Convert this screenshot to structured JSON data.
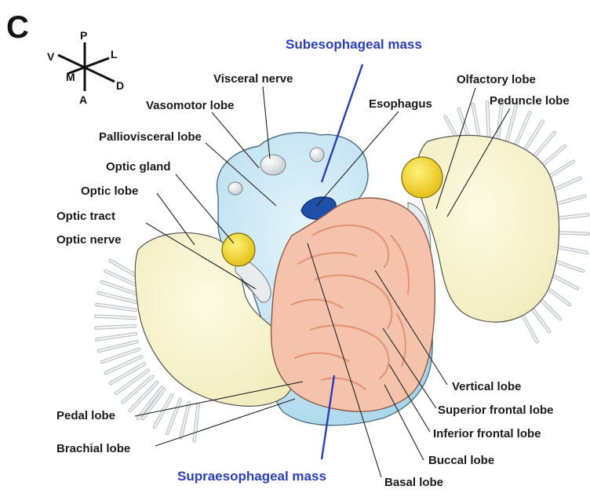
{
  "panel_letter": "C",
  "compass": {
    "posterior": "P",
    "ventral": "V",
    "lateral": "L",
    "medial": "M",
    "dorsal": "D",
    "anterior": "A"
  },
  "regions": {
    "subesophageal": "Subesophageal mass",
    "supraesophageal": "Supraesophageal mass"
  },
  "labels": {
    "visceral_nerve": "Visceral nerve",
    "vasomotor_lobe": "Vasomotor lobe",
    "palliovisceral_lobe": "Palliovisceral lobe",
    "optic_gland": "Optic gland",
    "optic_lobe": "Optic lobe",
    "optic_tract": "Optic tract",
    "optic_nerve": "Optic nerve",
    "esophagus": "Esophagus",
    "olfactory_lobe": "Olfactory lobe",
    "peduncle_lobe": "Peduncle lobe",
    "vertical_lobe": "Vertical lobe",
    "superior_frontal_lobe": "Superior frontal lobe",
    "inferior_frontal_lobe": "Inferior frontal lobe",
    "buccal_lobe": "Buccal lobe",
    "basal_lobe": "Basal lobe",
    "pedal_lobe": "Pedal lobe",
    "brachial_lobe": "Brachial lobe"
  },
  "colors": {
    "subesophageal_fill": "#c6e6f3",
    "supraesophageal_fill": "#f5c3ac",
    "optic_lobe_fill": "#f9f6cc",
    "optic_gland_fill": "#f2d21a",
    "esophagus_fill": "#1f4fa8",
    "region_label": "#2a3fb5"
  }
}
